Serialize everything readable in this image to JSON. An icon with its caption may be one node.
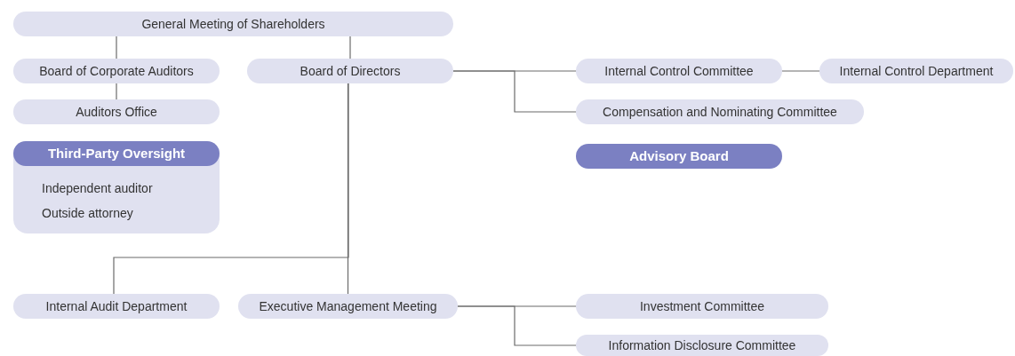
{
  "diagram": {
    "nodes": [
      {
        "text": [
          "General Meeting of Shareholders"
        ]
      },
      {
        "text": [
          "Board of Corporate Auditors"
        ]
      },
      {
        "text": [
          "Board of Directors"
        ]
      },
      {
        "text": [
          "Internal Control Committee"
        ]
      },
      {
        "text": [
          "Internal Control Department"
        ]
      },
      {
        "text": [
          "Auditors Office"
        ]
      },
      {
        "text": [
          "Compensation and Nominating Committee"
        ]
      },
      {
        "text": [
          "Third-Party Oversight",
          "Independent auditor",
          "Outside attorney"
        ]
      },
      {
        "text": [
          "Advisory Board"
        ]
      },
      {
        "text": [
          "Internal Audit Department"
        ]
      },
      {
        "text": [
          "Executive Management Meeting"
        ]
      },
      {
        "text": [
          "Investment Committee"
        ]
      },
      {
        "text": [
          "Information Disclosure Committee"
        ]
      }
    ],
    "edges": [
      {
        "from": 0,
        "to": 1,
        "arrow": "none"
      },
      {
        "from": 0,
        "to": 2,
        "arrow": "none"
      },
      {
        "from": 1,
        "to": 5,
        "arrow": "none"
      },
      {
        "from": 2,
        "to": 3,
        "arrow": "none"
      },
      {
        "from": 2,
        "to": 6,
        "arrow": "none"
      },
      {
        "from": 3,
        "to": 4,
        "arrow": "none"
      },
      {
        "from": 2,
        "to": 10,
        "arrow": "none"
      },
      {
        "from": 2,
        "to": 9,
        "arrow": "none"
      },
      {
        "from": 10,
        "to": 11,
        "arrow": "none"
      },
      {
        "from": 10,
        "to": 12,
        "arrow": "none"
      }
    ]
  }
}
